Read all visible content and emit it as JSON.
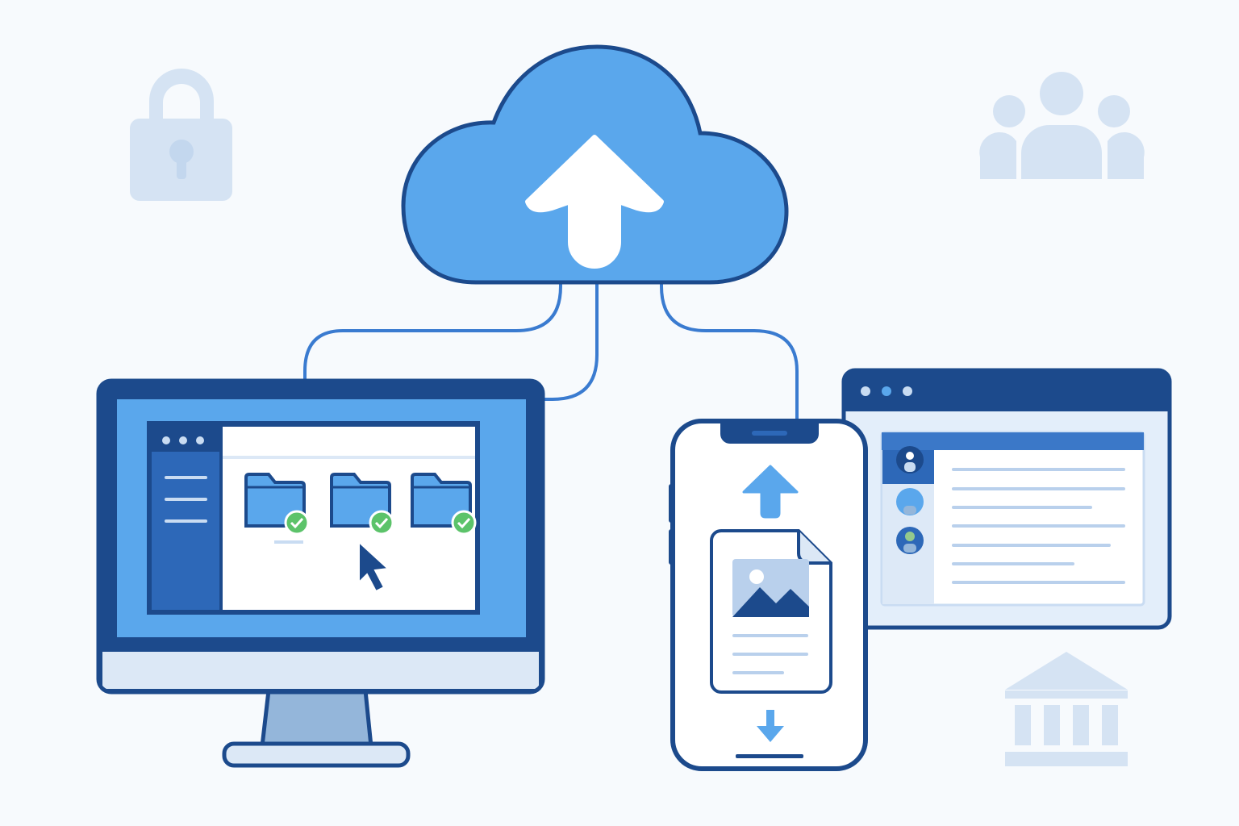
{
  "illustration": {
    "icons": [
      "lock-icon",
      "users-icon",
      "cloud-upload-icon",
      "desktop-monitor",
      "folder-icon",
      "check-icon",
      "cursor-icon",
      "smartphone",
      "upload-arrow-icon",
      "image-document-icon",
      "download-arrow-icon",
      "browser-window",
      "avatar-icon",
      "bank-icon"
    ],
    "folders_synced": 3
  },
  "colors": {
    "background": "#f7fafd",
    "navy": "#1c4a8c",
    "blue": "#5aa7ec",
    "connector": "#3a7bd0",
    "light": "#dce8f6",
    "faint_icon": "#d5e3f3",
    "check_green": "#5cc36a"
  }
}
